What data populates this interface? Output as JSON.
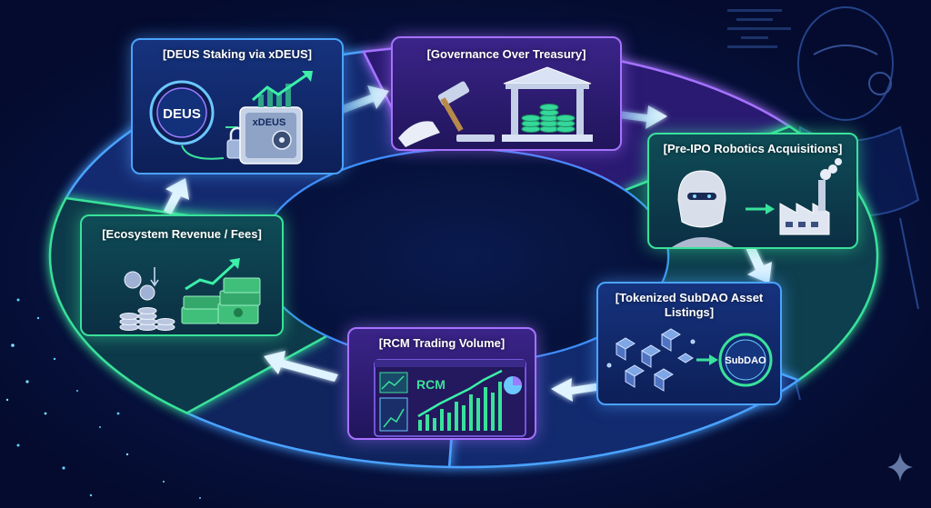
{
  "stages": [
    {
      "title": "[DEUS Staking via xDEUS]",
      "coin_label": "DEUS",
      "vault_label": "xDEUS"
    },
    {
      "title": "[Governance Over Treasury]"
    },
    {
      "title": "[Pre-IPO Robotics Acquisitions]"
    },
    {
      "title": "[Tokenized SubDAO Asset Listings]",
      "node_label": "SubDAO"
    },
    {
      "title": "[RCM Trading Volume]",
      "chart_label": "RCM"
    },
    {
      "title": "[Ecosystem Revenue / Fees]"
    }
  ],
  "colors": {
    "blue": "#4aa3ff",
    "purple": "#a672ff",
    "green": "#39e29a",
    "background": "#040b2e"
  },
  "icons": [
    "deus-coin-icon",
    "vault-icon",
    "padlock-icon",
    "growth-arrow-icon",
    "gavel-icon",
    "treasury-bank-icon",
    "robot-head-icon",
    "factory-icon",
    "cubes-icon",
    "subdao-node-icon",
    "trading-chart-icon",
    "coin-stack-icon",
    "cash-stack-icon",
    "cycle-arrow-icon",
    "sparkle-icon",
    "robot-figure-icon"
  ]
}
